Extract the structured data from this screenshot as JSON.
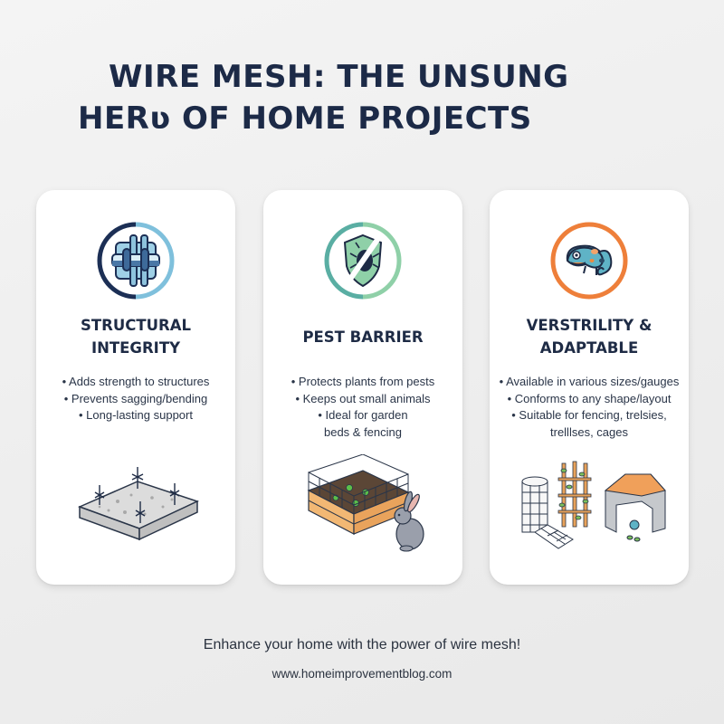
{
  "header": {
    "title_line1": "WIRE MESH: THE UNSUNG",
    "title_line2": "HERʋ OF HOME PROJECTS"
  },
  "cards": [
    {
      "icon": "woven-mesh-icon",
      "title_line1": "STRUCTURAL",
      "title_line2": "INTEGRITY",
      "ring_colors": [
        "#1c2f55",
        "#7fc0dc"
      ],
      "bullets": [
        "• Adds strength to structures",
        "• Prevents sagging/bending",
        "• Long-lasting support"
      ],
      "illustration": "concrete-slab-with-rebar-illustration"
    },
    {
      "icon": "shield-bug-blocked-icon",
      "title_line1": "PEST BARRIER",
      "ring_colors": [
        "#5aaea3",
        "#8fd0a8"
      ],
      "bullets": [
        "• Protects plants from pests",
        "• Keeps out small animals",
        "• Ideal for garden",
        "beds & fencing"
      ],
      "illustration": "fenced-raised-bed-with-rabbit-illustration"
    },
    {
      "icon": "chameleon-icon",
      "title_line1": "VERSTRILITY &",
      "title_line2": "ADAPTABLE",
      "ring_colors": [
        "#ee7f3a",
        "#f4a05e"
      ],
      "bullets": [
        "• Available in various sizes/gauges",
        "• Conforms to any shape/layout",
        "• Suitable for fencing, trelsies,",
        "trelllses, cages"
      ],
      "illustration": "mesh-roll-trellis-cage-illustration"
    }
  ],
  "footer": {
    "tagline": "Enhance your home with the power of wire mesh!",
    "url": "www.homeimprovementblog.com"
  }
}
